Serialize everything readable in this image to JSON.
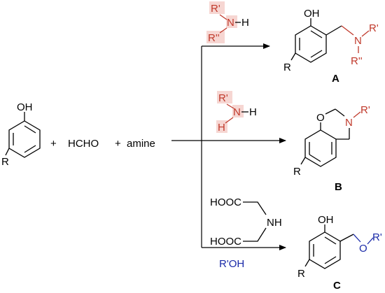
{
  "reactants": {
    "phenol_oh": "OH",
    "phenol_r": "R",
    "plus1": "+",
    "aldehyde": "HCHO",
    "plus2": "+",
    "amine": "amine"
  },
  "reagent_secondary_amine": {
    "r1": "R'",
    "n": "N",
    "h": "H",
    "r2": "R''"
  },
  "reagent_primary_amine": {
    "r1": "R'",
    "n": "N",
    "h_right": "H",
    "h_bottom": "H"
  },
  "reagent_iminodiacetic": {
    "cooh1": "HOOC",
    "nh": "NH",
    "cooh2": "HOOC",
    "alcohol": "R'OH"
  },
  "product_a": {
    "oh": "OH",
    "n": "N",
    "r1": "R'",
    "r2": "R''",
    "r": "R",
    "label": "A"
  },
  "product_b": {
    "o": "O",
    "n": "N",
    "r1": "R'",
    "r": "R",
    "label": "B"
  },
  "product_c": {
    "oh": "OH",
    "o": "O",
    "r1": "R'",
    "r": "R",
    "label": "C"
  },
  "colors": {
    "amine_red": "#c0392b",
    "amine_highlight": "#f6d6d2",
    "alcohol_blue": "#1a2aa8"
  }
}
